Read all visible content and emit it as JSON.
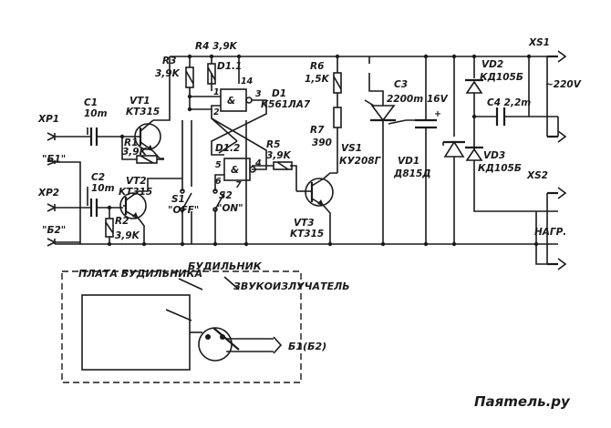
{
  "labels": {
    "xp1": "XP1",
    "xp2": "XP2",
    "b1": "\"Б1\"",
    "b2": "\"Б2\"",
    "c1": "C1",
    "c1_val": "10m",
    "c2": "C2",
    "c2_val": "10m",
    "vt1": "VT1",
    "vt1_type": "KT315",
    "vt2": "VT2",
    "vt2_type": "KT315",
    "vt3": "VT3",
    "vt3_type": "KT315",
    "r1": "R1",
    "r1_val": "3,9K",
    "r2": "R2",
    "r2_val": "3,9K",
    "r3": "R3",
    "r3_val": "3,9K",
    "r4": "R4 3,9K",
    "r5": "R5",
    "r5_val": "3,9K",
    "r6": "R6",
    "r6_val": "1,5K",
    "r7": "R7",
    "r7_val": "390",
    "d1_1": "D1.1",
    "d1_2": "D1.2",
    "d1": "D1",
    "d1_type": "K561ЛA7",
    "pin1": "1",
    "pin2": "2",
    "pin3": "3",
    "pin4": "4",
    "pin5": "5",
    "pin6": "6",
    "pin7": "7",
    "pin14": "14",
    "s1": "S1",
    "s1_txt": "\"OFF\"",
    "s2": "S2",
    "s2_txt": "\"ON\"",
    "vs1": "VS1",
    "vs1_type": "КУ208Г",
    "c3": "C3",
    "c3_val": "2200m",
    "c3_v": "16V",
    "vd1": "VD1",
    "vd1_type": "Д815Д",
    "vd2": "VD2",
    "vd2_type": "КД105Б",
    "vd3": "VD3",
    "vd3_type": "КД105Б",
    "c4": "C4 2,2m",
    "xs1": "XS1",
    "xs2": "XS2",
    "mains": "~220V",
    "load": "НАГР.",
    "alarm_clock": "БУДИЛЬНИК",
    "alarm_board": "ПЛАТА БУДИЛЬНИКА",
    "buzzer": "ЗВУКОИЗЛУЧАТЕЛЬ",
    "plug": "Б1(Б2)",
    "watermark": "Паяmель.ру"
  }
}
